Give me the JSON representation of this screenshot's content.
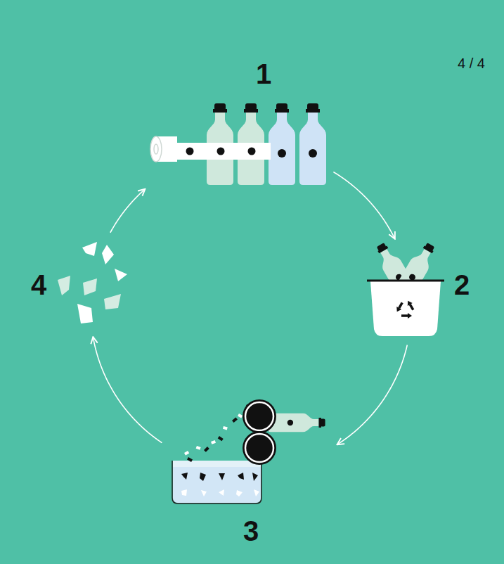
{
  "diagram": {
    "nodes": [
      {
        "text": [
          "1"
        ]
      },
      {
        "text": [
          "2"
        ]
      },
      {
        "text": [
          "3"
        ]
      },
      {
        "text": [
          "4"
        ]
      }
    ],
    "edges": [
      {
        "from": 0,
        "to": 1,
        "arrow": "to"
      },
      {
        "from": 1,
        "to": 2,
        "arrow": "to"
      },
      {
        "from": 2,
        "to": 3,
        "arrow": "to"
      },
      {
        "from": 3,
        "to": 0,
        "arrow": "to"
      }
    ],
    "labels": [
      "4 / 4"
    ]
  }
}
